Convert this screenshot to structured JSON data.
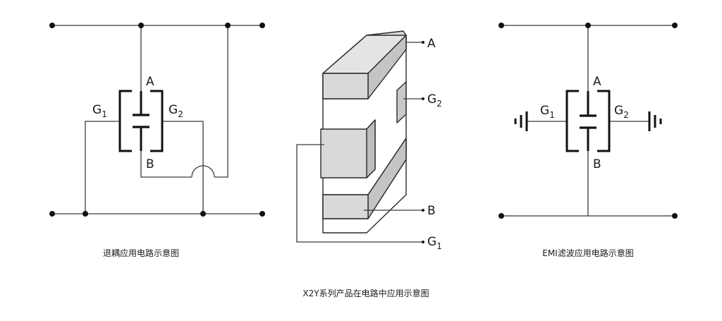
{
  "labels": {
    "a": "A",
    "b": "B",
    "g": "G",
    "sub1": "1",
    "sub2": "2"
  },
  "captions": {
    "decoupling": "退耦应用电路示意图",
    "emi": "EMI滤波应用电路示意图",
    "overall": "X2Y系列产品在电路中应用示意图"
  },
  "colors": {
    "wire": "#3a3a3a",
    "ink": "#111111",
    "chip_fill": "#d9d9d9",
    "chip_shade": "#bdbdbd"
  }
}
